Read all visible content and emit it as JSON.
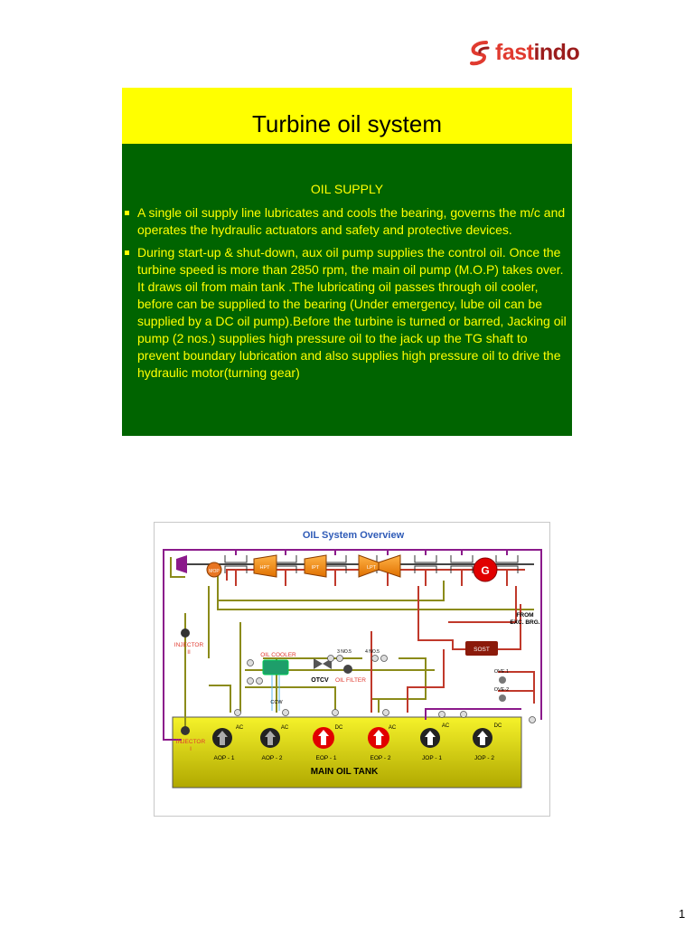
{
  "brand": {
    "name_part1": "fast",
    "name_part2": "indo",
    "color_primary": "#e03a2f",
    "color_secondary": "#9b1c1c"
  },
  "slide": {
    "title": "Turbine oil system",
    "title_bg": "#ffff00",
    "body_bg": "#006400",
    "text_color": "#ffff00",
    "subheading": "OIL SUPPLY",
    "bullets": [
      "A single oil supply line lubricates and cools the bearing, governs the m/c and operates the hydraulic actuators and safety and protective devices.",
      "During start-up & shut-down, aux oil pump supplies the control oil. Once the turbine speed is more than 2850 rpm, the main oil pump (M.O.P) takes over. It draws oil from main tank .The lubricating oil passes through oil cooler, before can be supplied to the bearing (Under emergency, lube oil can be supplied by a DC oil pump).Before the turbine is turned or barred, Jacking oil pump  (2 nos.) supplies high pressure oil to the jack up the TG shaft to prevent boundary lubrication and also supplies high pressure oil to drive the hydraulic motor(turning gear)"
    ]
  },
  "diagram": {
    "title": "OIL System Overview",
    "tank_label": "MAIN OIL TANK",
    "mop": "MOP",
    "hpt": "HPT",
    "ipt": "IPT",
    "lpt": "LPT",
    "generator": "G",
    "from_exc_line1": "FROM",
    "from_exc_line2": "EXC. BRG.",
    "sost": "SOST",
    "injector2_line1": "INJECTOR",
    "injector2_line2": "II",
    "injector1_line1": "INJECTOR",
    "injector1_line2": "I",
    "oil_cooler": "OIL COOLER",
    "otcv": "OTCV",
    "oil_filter": "OIL FILTER",
    "ccw": "CCW",
    "brg5_a": "3 NO.5",
    "brg5_b": "4 NO.5",
    "ove1": "OVE.1",
    "ove2": "OVE-2",
    "pumps": [
      {
        "name": "AOP - 1",
        "type": "AC"
      },
      {
        "name": "AOP - 2",
        "type": "AC"
      },
      {
        "name": "EOP - 1",
        "type": "DC"
      },
      {
        "name": "EOP - 2",
        "type": "AC"
      },
      {
        "name": "JOP - 1",
        "type": "AC"
      },
      {
        "name": "JOP - 2",
        "type": "DC"
      }
    ]
  },
  "page_number": "1"
}
